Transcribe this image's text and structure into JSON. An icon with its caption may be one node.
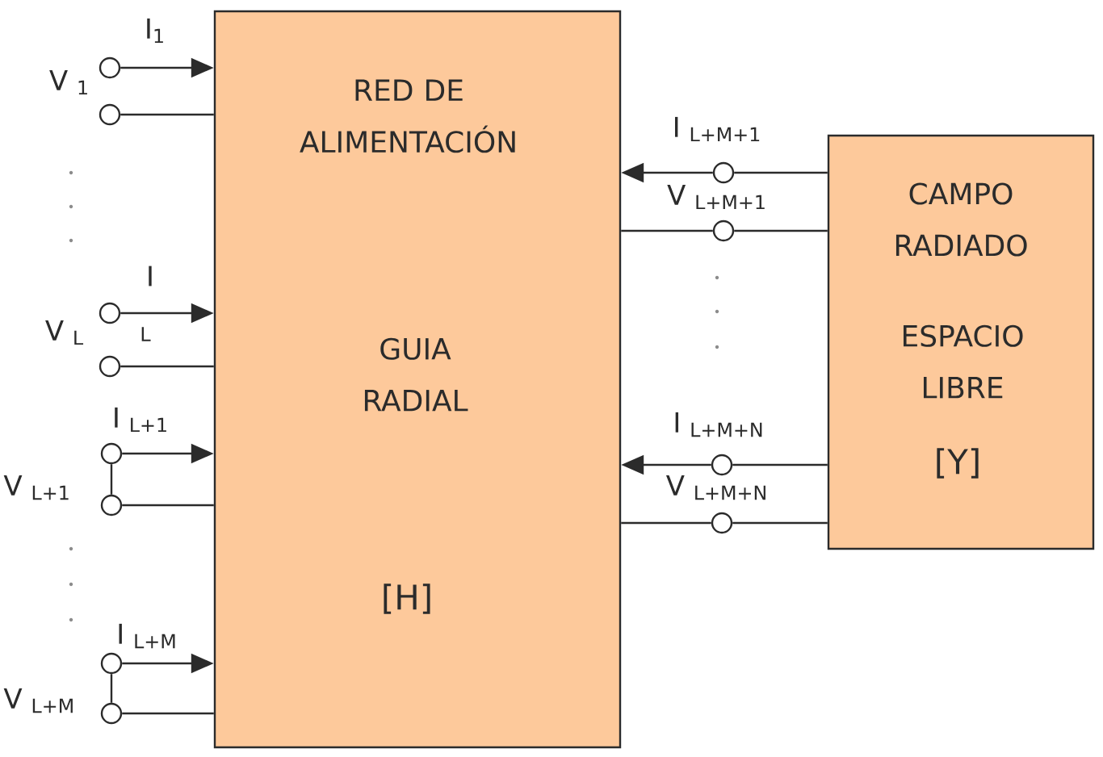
{
  "diagram": {
    "nodes": [
      {
        "text": [
          "RED DE ALIMENTACIÓN",
          "GUIA RADIAL",
          "[H]"
        ]
      },
      {
        "text": [],
        "shape": "circle"
      },
      {
        "text": [],
        "shape": "circle"
      },
      {
        "text": [],
        "shape": "circle"
      },
      {
        "text": [],
        "shape": "circle"
      },
      {
        "text": [],
        "shape": "circle"
      },
      {
        "text": [],
        "shape": "circle"
      },
      {
        "text": [],
        "shape": "circle"
      },
      {
        "text": [],
        "shape": "circle"
      },
      {
        "text": [],
        "shape": "circle"
      },
      {
        "text": [],
        "shape": "circle"
      },
      {
        "text": [],
        "shape": "circle"
      },
      {
        "text": [],
        "shape": "circle"
      },
      {
        "text": [
          "CAMPO RADIADO",
          "ESPACIO LIBRE",
          "[Y]"
        ]
      }
    ],
    "edges": [
      {
        "from": 1,
        "to": 0,
        "arrow": "to"
      },
      {
        "from": 2,
        "to": 0,
        "arrow": "none"
      },
      {
        "from": 3,
        "to": 0,
        "arrow": "to"
      },
      {
        "from": 4,
        "to": 0,
        "arrow": "none"
      },
      {
        "from": 5,
        "to": 0,
        "arrow": "to"
      },
      {
        "from": 6,
        "to": 0,
        "arrow": "none"
      },
      {
        "from": 5,
        "to": 6,
        "arrow": "none"
      },
      {
        "from": 7,
        "to": 0,
        "arrow": "to"
      },
      {
        "from": 8,
        "to": 0,
        "arrow": "none"
      },
      {
        "from": 7,
        "to": 8,
        "arrow": "none"
      },
      {
        "from": 13,
        "to": 9,
        "arrow": "none"
      },
      {
        "from": 9,
        "to": 0,
        "arrow": "to"
      },
      {
        "from": 13,
        "to": 10,
        "arrow": "none"
      },
      {
        "from": 10,
        "to": 0,
        "arrow": "none"
      },
      {
        "from": 13,
        "to": 11,
        "arrow": "none"
      },
      {
        "from": 11,
        "to": 0,
        "arrow": "to"
      },
      {
        "from": 13,
        "to": 12,
        "arrow": "none"
      },
      {
        "from": 12,
        "to": 0,
        "arrow": "none"
      }
    ],
    "labels": [
      "I$_{1}$",
      "V $_{1}$",
      "I",
      "V $_{L}$",
      "L",
      "I $_{L+1}$",
      "V $_{L+1}$",
      "I $_{L+M}$",
      "V $_{L+M}$",
      "I $_{L+M+1}$",
      "V $_{L+M+1}$",
      "I $_{L+M+N}$",
      "V $_{L+M+N}$"
    ]
  }
}
